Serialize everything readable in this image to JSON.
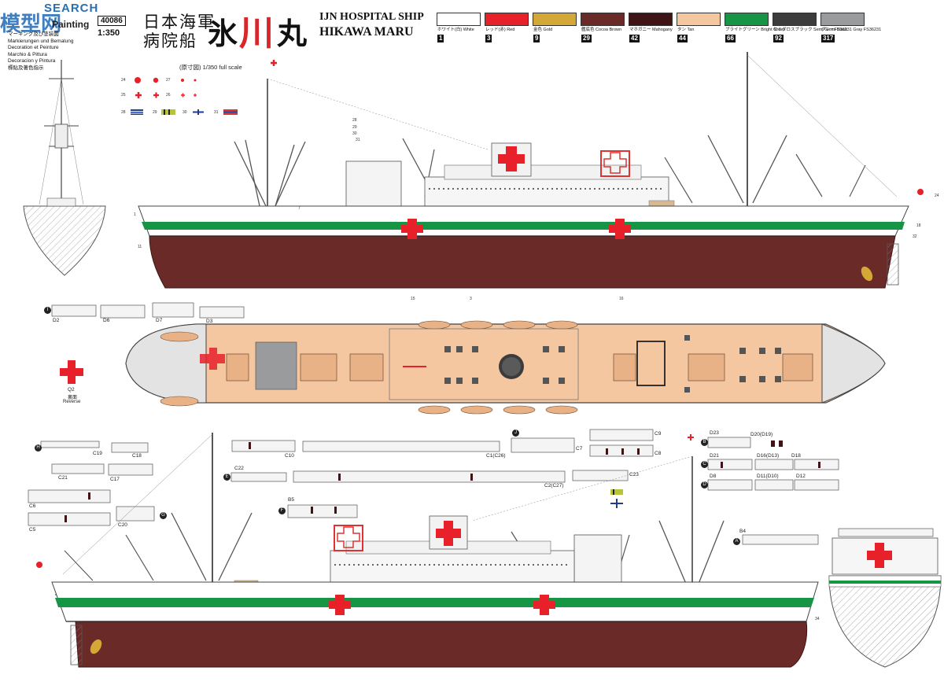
{
  "header": {
    "brand_search": "SEARCH",
    "brand_logo": "模型网",
    "marking_en": "Painting",
    "product_code": "40086",
    "scale": "1:350",
    "marking_langs": [
      "マーキング及び塗装図",
      "Markierungen und Bemalung",
      "Decoration et Peinture",
      "Marchio & Pittura",
      "Decoracion y Pintura",
      "標貼及著色指示"
    ],
    "title_jp_line1": "日本海軍",
    "title_jp_line2": "病院船",
    "ship_jp_a": "氷",
    "ship_jp_b": "川",
    "ship_jp_c": "丸",
    "title_en_line1": "IJN HOSPITAL SHIP",
    "title_en_line2": "HIKAWA MARU"
  },
  "palette": [
    {
      "num": "1",
      "jp": "ホワイト(白)",
      "en": "White",
      "color": "#ffffff"
    },
    {
      "num": "3",
      "jp": "レッド(赤)",
      "en": "Red",
      "color": "#e8202a"
    },
    {
      "num": "9",
      "jp": "金色",
      "en": "Gold",
      "color": "#d3a836"
    },
    {
      "num": "29",
      "jp": "艦底色",
      "en": "Cocoa Brown",
      "color": "#6a2b28"
    },
    {
      "num": "42",
      "jp": "マホガニー",
      "en": "Mahogany",
      "color": "#3e1416"
    },
    {
      "num": "44",
      "jp": "タン",
      "en": "Tan",
      "color": "#f5c7a1"
    },
    {
      "num": "66",
      "jp": "ブライトグリーン",
      "en": "Bright Green",
      "color": "#169544"
    },
    {
      "num": "92",
      "jp": "セミグロスブラック",
      "en": "Semi Gloss Black",
      "color": "#3c3c3c"
    },
    {
      "num": "317",
      "jp": "グレーFS36231",
      "en": "Gray FS36231",
      "color": "#9a9b9d"
    }
  ],
  "decal_sheet": {
    "title": "(原寸図) 1/350 full scale",
    "numbers": [
      "24",
      "25",
      "26",
      "27",
      "28",
      "29",
      "30",
      "31"
    ]
  },
  "part_labels": {
    "top_row": [
      "D2",
      "D6",
      "D7",
      "D3"
    ],
    "left_group": [
      "C19",
      "C18",
      "C21",
      "C17",
      "C6",
      "C5",
      "C20"
    ],
    "center_row1": [
      "C10",
      "C1(C26)",
      "C7",
      "C9",
      "C8"
    ],
    "center_row2": [
      "C22",
      "C2(C27)",
      "C23"
    ],
    "right_group": [
      "D23",
      "D20(D19)",
      "D21",
      "D16(D13)",
      "D18",
      "D8",
      "D11(D10)",
      "D12"
    ],
    "misc": [
      "B5",
      "B4",
      "Q2"
    ]
  },
  "part_circles": [
    "I",
    "H",
    "J",
    "E",
    "F",
    "G",
    "B",
    "C",
    "D",
    "A"
  ],
  "reverse_label": {
    "jp": "裏面",
    "en": "Reverse"
  },
  "callouts": [
    "1",
    "3",
    "7",
    "11",
    "15",
    "16",
    "18",
    "24",
    "28",
    "29",
    "30",
    "31",
    "32",
    "34"
  ]
}
